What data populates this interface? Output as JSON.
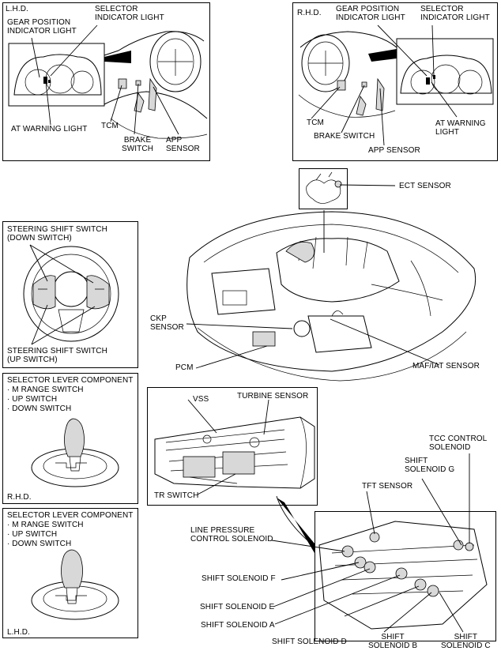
{
  "lhd_panel": {
    "label": "L.H.D.",
    "gear_position_indicator_light": "GEAR POSITION\nINDICATOR LIGHT",
    "selector_indicator_light": "SELECTOR\nINDICATOR LIGHT",
    "at_warning_light": "AT WARNING LIGHT",
    "tcm": "TCM",
    "brake_switch": "BRAKE\nSWITCH",
    "app_sensor": "APP\nSENSOR"
  },
  "rhd_panel": {
    "label": "R.H.D.",
    "gear_position_indicator_light": "GEAR POSITION\nINDICATOR LIGHT",
    "selector_indicator_light": "SELECTOR\nINDICATOR LIGHT",
    "tcm": "TCM",
    "brake_switch": "BRAKE SWITCH",
    "app_sensor": "APP SENSOR",
    "at_warning_light": "AT WARNING\nLIGHT"
  },
  "engine_bay": {
    "ect_sensor": "ECT SENSOR",
    "ckp_sensor": "CKP\nSENSOR",
    "pcm": "PCM",
    "maf_iat_sensor": "MAF/IAT SENSOR"
  },
  "steering_panel": {
    "down_switch": "STEERING SHIFT SWITCH\n(DOWN SWITCH)",
    "up_switch": "STEERING SHIFT SWITCH\n(UP SWITCH)"
  },
  "selector_rhd": {
    "title": "SELECTOR LEVER COMPONENT",
    "items": [
      "· M RANGE SWITCH",
      "· UP SWITCH",
      "· DOWN SWITCH"
    ],
    "label": "R.H.D."
  },
  "selector_lhd": {
    "title": "SELECTOR LEVER COMPONENT",
    "items": [
      "· M RANGE SWITCH",
      "· UP SWITCH",
      "· DOWN SWITCH"
    ],
    "label": "L.H.D."
  },
  "transmission": {
    "vss": "VSS",
    "turbine_sensor": "TURBINE SENSOR",
    "tr_switch": "TR SWITCH"
  },
  "valve_body": {
    "tcc_control_solenoid": "TCC CONTROL\nSOLENOID",
    "shift_solenoid_g": "SHIFT\nSOLENOID G",
    "tft_sensor": "TFT SENSOR",
    "line_pressure_control_solenoid": "LINE PRESSURE\nCONTROL SOLENOID",
    "shift_solenoid_f": "SHIFT SOLENOID F",
    "shift_solenoid_e": "SHIFT SOLENOID E",
    "shift_solenoid_a": "SHIFT SOLENOID A",
    "shift_solenoid_d": "SHIFT SOLENOID D",
    "shift_solenoid_b": "SHIFT\nSOLENOID B",
    "shift_solenoid_c": "SHIFT\nSOLENOID C"
  }
}
